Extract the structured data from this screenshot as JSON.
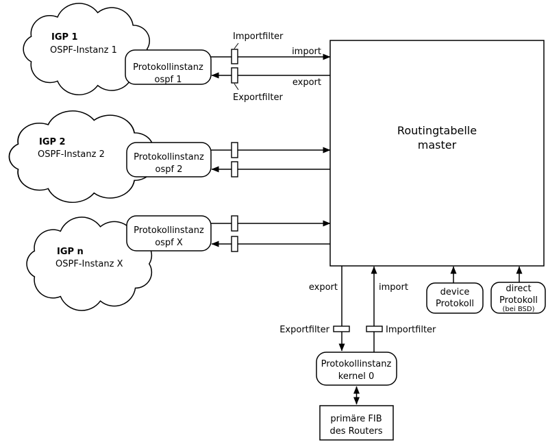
{
  "clouds": [
    {
      "name": "IGP 1",
      "desc": "OSPF-Instanz 1"
    },
    {
      "name": "IGP 2",
      "desc": "OSPF-Instanz 2"
    },
    {
      "name": "IGP n",
      "desc": "OSPF-Instanz X"
    }
  ],
  "protocols": [
    {
      "l1": "Protokollinstanz",
      "l2": "ospf 1"
    },
    {
      "l1": "Protokollinstanz",
      "l2": "ospf 2"
    },
    {
      "l1": "Protokollinstanz",
      "l2": "ospf X"
    }
  ],
  "routing_table": {
    "l1": "Routingtabelle",
    "l2": "master"
  },
  "top_flow": {
    "importfilter_label": "Importfilter",
    "exportfilter_label": "Exportfilter",
    "import_label": "import",
    "export_label": "export"
  },
  "bottom_flow": {
    "export_label": "export",
    "import_label": "import",
    "exportfilter_label": "Exportfilter",
    "importfilter_label": "Importfilter"
  },
  "kernel": {
    "l1": "Protokollinstanz",
    "l2": "kernel 0"
  },
  "fib": {
    "l1": "primäre FIB",
    "l2": "des Routers"
  },
  "device": {
    "l1": "device",
    "l2": "Protokoll"
  },
  "direct": {
    "l1": "direct",
    "l2": "Protokoll",
    "l3": "(bei BSD)"
  },
  "colors": {
    "stroke": "#000000",
    "background": "#ffffff"
  }
}
